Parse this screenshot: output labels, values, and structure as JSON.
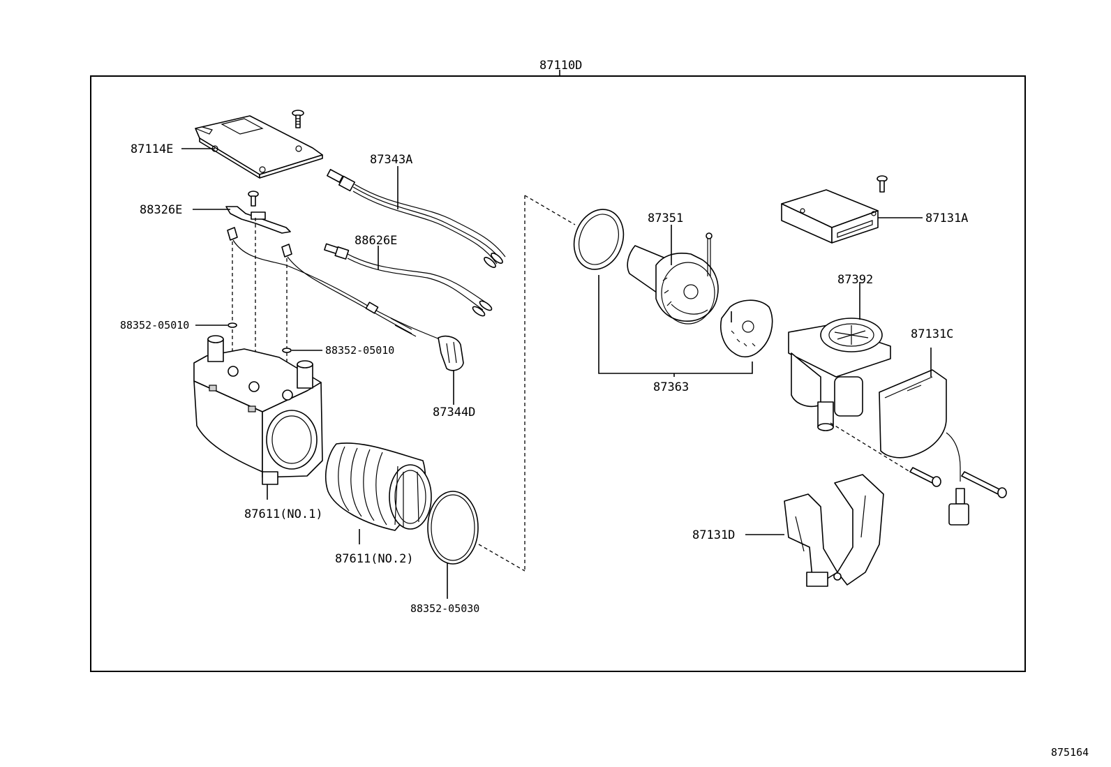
{
  "diagram": {
    "assembly_label": "87110D",
    "figure_number": "875164",
    "parts": {
      "p87114E": "87114E",
      "p88326E": "88326E",
      "p87343A": "87343A",
      "p88626E": "88626E",
      "p88352_05010_left": "88352-05010",
      "p88352_05010_right": "88352-05010",
      "p87344D": "87344D",
      "p87611_no1": "87611(NO.1)",
      "p87611_no2": "87611(NO.2)",
      "p88352_05030": "88352-05030",
      "p87351": "87351",
      "p87363": "87363",
      "p87131A": "87131A",
      "p87392": "87392",
      "p87131C": "87131C",
      "p87131D": "87131D"
    }
  }
}
